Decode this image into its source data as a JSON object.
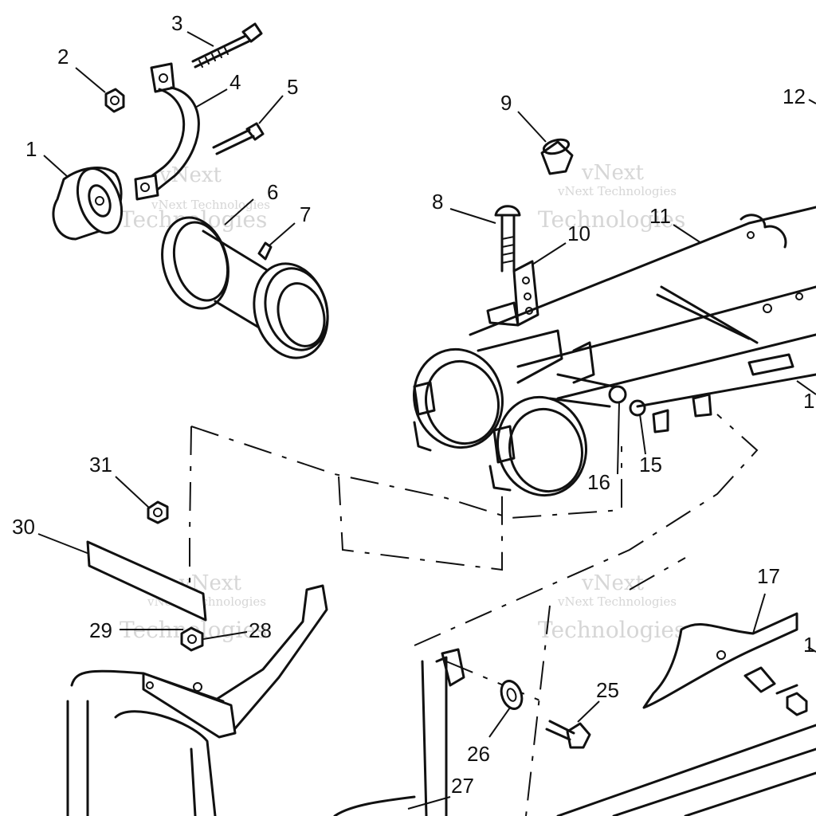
{
  "watermark": {
    "brand_line1": "vNext",
    "brand_line2": "Technologies",
    "brand_small": "vNext Technologies",
    "color": "#d6d6d6"
  },
  "callouts": [
    "1",
    "2",
    "3",
    "4",
    "5",
    "6",
    "7",
    "8",
    "9",
    "10",
    "11",
    "12",
    "15",
    "16",
    "17",
    "25",
    "26",
    "27",
    "28",
    "29",
    "30",
    "31"
  ],
  "edge_callouts": [
    "1",
    "1"
  ],
  "line_color": "#111111",
  "background": "#ffffff"
}
